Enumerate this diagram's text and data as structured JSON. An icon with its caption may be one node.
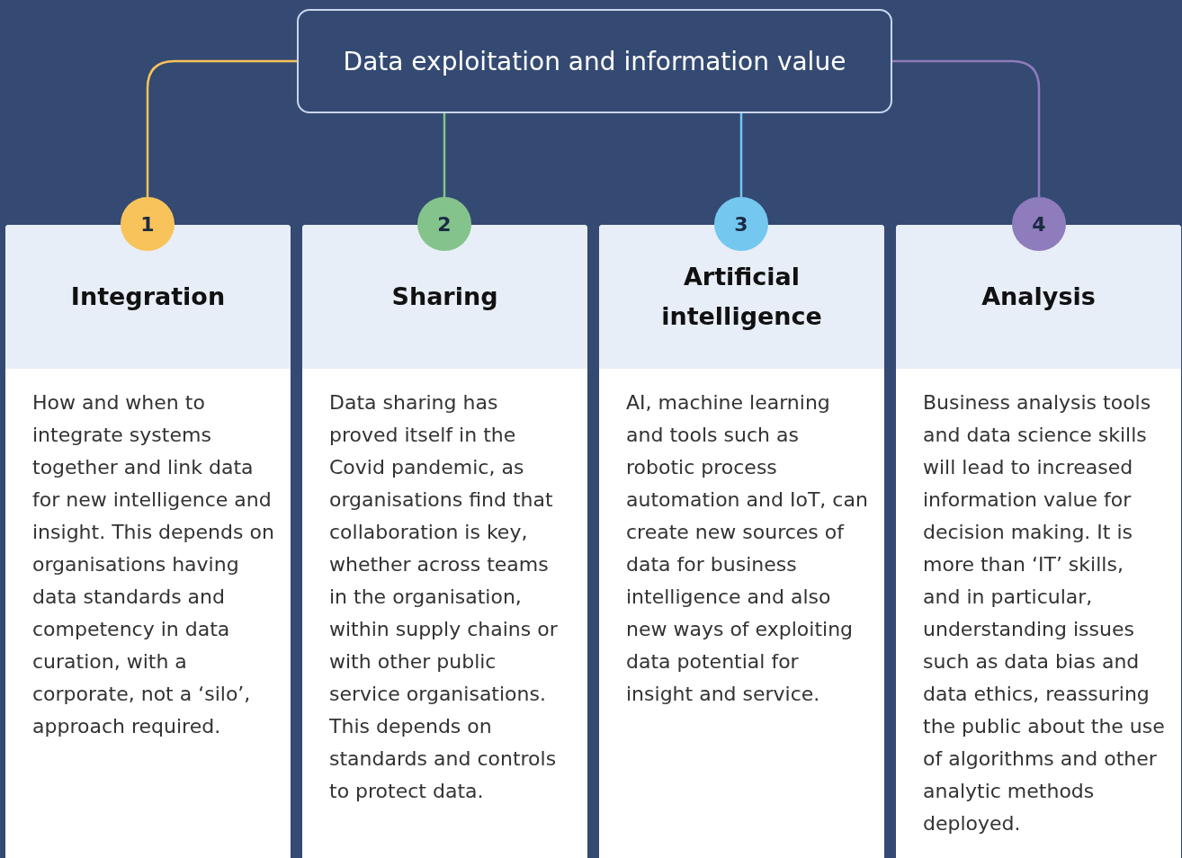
{
  "diagram": {
    "nodes": [
      {
        "text": [
          "Data exploitation and information value"
        ]
      },
      {
        "text": [
          "1"
        ]
      },
      {
        "text": [
          "Integration",
          "How and when to integrate systems together and link data for new intelligence and insight. This depends on organisations having data standards and competency in data curation, with a corporate, not a ‘silo’, approach required."
        ]
      },
      {
        "text": [
          "2"
        ]
      },
      {
        "text": [
          "Sharing",
          "Data sharing has proved itself in the Covid pandemic, as organisations find that collaboration is key, whether across teams in the organisation, within supply chains or with other public service organisations. This depends on standards and controls to protect data."
        ]
      },
      {
        "text": [
          "3"
        ]
      },
      {
        "text": [
          "Artificial intelligence",
          "AI, machine learning and tools such as robotic process automation and IoT, can create new sources of data for business intelligence and also new ways of exploiting data potential for insight and service."
        ]
      },
      {
        "text": [
          "4"
        ]
      },
      {
        "text": [
          "Analysis",
          "Business analysis tools and data science skills will lead to increased information value for decision making. It is more than ‘IT’ skills, and in particular, understanding issues such as data bias and data ethics, reassuring the public about the use of algorithms and other analytic methods deployed."
        ]
      }
    ],
    "edges": [
      {
        "from": 0,
        "to": 1,
        "arrow": "none",
        "color": "#f8c35a"
      },
      {
        "from": 0,
        "to": 3,
        "arrow": "none",
        "color": "#84c48c"
      },
      {
        "from": 0,
        "to": 5,
        "arrow": "none",
        "color": "#74c8f0"
      },
      {
        "from": 0,
        "to": 7,
        "arrow": "none",
        "color": "#8e7cbc"
      }
    ]
  }
}
